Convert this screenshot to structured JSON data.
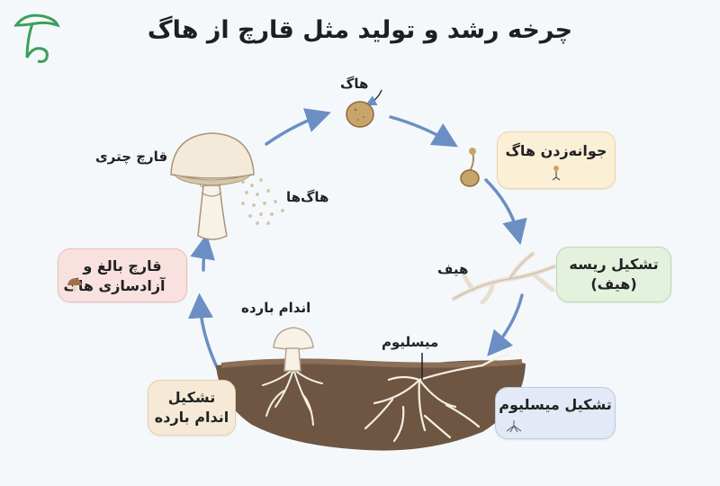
{
  "title": "چرخه رشد و تولید مثل قارچ از هاگ",
  "labels": {
    "spore": "هاگ",
    "umbrella_mushroom": "قارچ چتری",
    "spores": "هاگ‌ها",
    "hypha": "هیف",
    "mycelium": "میسلیوم",
    "fruiting_body": "اندام بارده"
  },
  "cards": {
    "spore_germination": {
      "line1": "جوانه‌زدن هاگ",
      "bg": "#fbefd6",
      "border": "#eed6a4"
    },
    "hypha_formation": {
      "line1": "تشکیل ریسه",
      "line2": "(هیف)",
      "bg": "#e3f1dd",
      "border": "#bcd9b0"
    },
    "mycelium_formation": {
      "line1": "تشکیل میسلیوم",
      "bg": "#e3e9f6",
      "border": "#bccbe8"
    },
    "fruiting_body_formation": {
      "line1": "تشکیل",
      "line2": "اندام بارده",
      "bg": "#f6ead6",
      "border": "#e2cfae"
    },
    "mature_release": {
      "line1": "قارچ بالغ و",
      "line2": "آزادسازی هاگ",
      "bg": "#f9e1df",
      "border": "#ecbcb8"
    }
  },
  "colors": {
    "arrow": "#6b8fc4",
    "logo": "#3ba05a",
    "soil": "#6e5643",
    "spore": "#c9a46a",
    "mycelium": "#f6efe3"
  },
  "icons": {
    "logo": "mushroom-logo-icon",
    "germ": "germinating-spore-icon",
    "myc": "mycelium-network-icon",
    "mush": "mushroom-icon"
  }
}
